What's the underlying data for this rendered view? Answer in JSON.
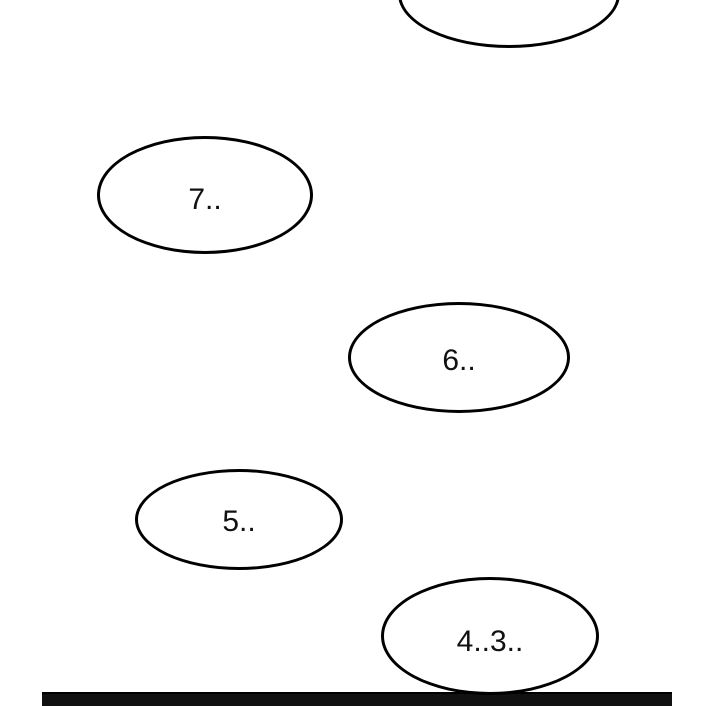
{
  "bubbles": [
    {
      "text": ""
    },
    {
      "text": "7.."
    },
    {
      "text": "6.."
    },
    {
      "text": "5.."
    },
    {
      "text": "4..3.."
    }
  ]
}
